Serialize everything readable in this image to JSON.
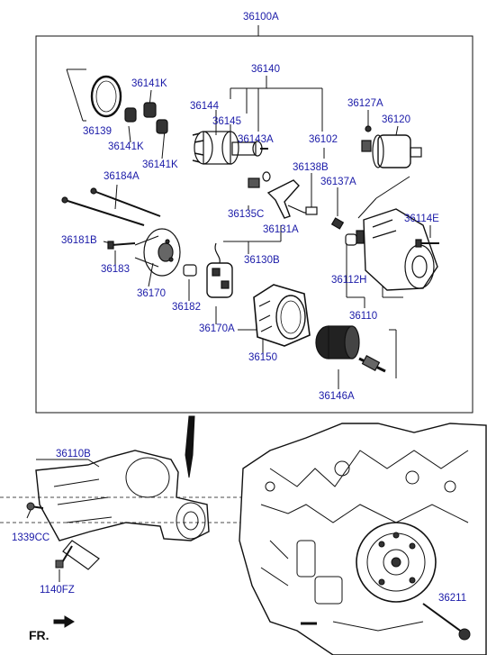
{
  "assembly_label": "36100A",
  "orientation_label": "FR.",
  "part_labels": {
    "p36140": "36140",
    "p36141K_a": "36141K",
    "p36144": "36144",
    "p36127A": "36127A",
    "p36120": "36120",
    "p36145": "36145",
    "p36139": "36139",
    "p36141K_b": "36141K",
    "p36143A": "36143A",
    "p36102": "36102",
    "p36141K_c": "36141K",
    "p36138B": "36138B",
    "p36184A": "36184A",
    "p36137A": "36137A",
    "p36135C": "36135C",
    "p36114E": "36114E",
    "p36131A": "36131A",
    "p36181B": "36181B",
    "p36130B": "36130B",
    "p36183": "36183",
    "p36112H": "36112H",
    "p36170": "36170",
    "p36182": "36182",
    "p36110": "36110",
    "p36170A": "36170A",
    "p36150": "36150",
    "p36146A": "36146A",
    "p36110B": "36110B",
    "p1339CC": "1339CC",
    "p1140FZ": "1140FZ",
    "p36211": "36211"
  },
  "colors": {
    "label_text": "#1a1aa8",
    "line": "#111111",
    "background": "#ffffff"
  }
}
